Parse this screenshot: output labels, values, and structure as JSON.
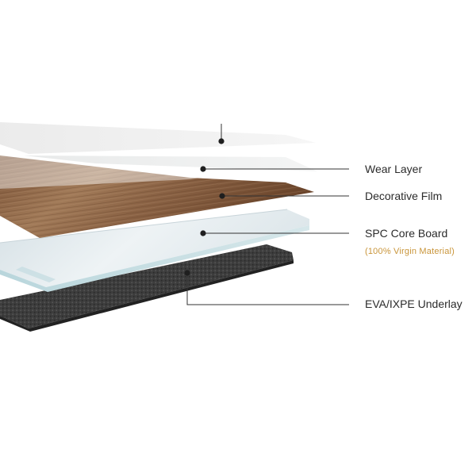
{
  "layers": [
    {
      "name": "Wear Layer"
    },
    {
      "name": "Decorative Film"
    },
    {
      "name": "SPC Core Board",
      "note": "(100% Virgin Material)"
    },
    {
      "name": "EVA/IXPE Underlay"
    }
  ],
  "colors": {
    "leader_line": "#333333",
    "label_text": "#2b2b2b",
    "note_text": "#c9953a",
    "wood_dark": "#6e4a30",
    "wood_light": "#a98463",
    "spc_core": "#dfe8ec",
    "underlay": "#3b3b3b"
  }
}
